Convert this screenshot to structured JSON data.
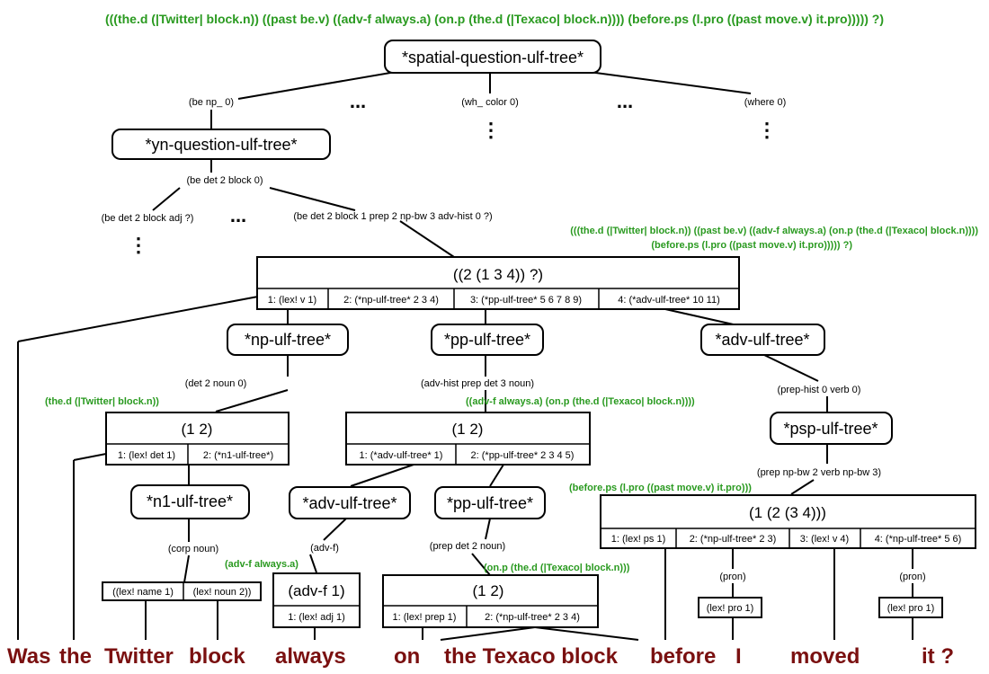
{
  "header": {
    "ulf": "(((the.d (|Twitter| block.n)) ((past be.v) ((adv-f always.a) (on.p (the.d (|Texaco| block.n)))) (before.ps (l.pro ((past move.v) it.pro))))) ?)"
  },
  "nodes": {
    "root": "*spatial-question-ulf-tree*",
    "yn": "*yn-question-ulf-tree*",
    "np": "*np-ulf-tree*",
    "pp": "*pp-ulf-tree*",
    "adv": "*adv-ulf-tree*",
    "psp": "*psp-ulf-tree*",
    "n1": "*n1-ulf-tree*",
    "adv2": "*adv-ulf-tree*",
    "pp2": "*pp-ulf-tree*"
  },
  "patterns": {
    "be_np": "(be np_ 0)",
    "wh_color": "(wh_ color 0)",
    "where": "(where 0)",
    "be_det_block": "(be det 2 block 0)",
    "be_det_block_adj": "(be det 2 block adj ?)",
    "be_det_block_long": "(be det 2 block 1 prep 2 np-bw 3 adv-hist 0 ?)",
    "det_noun": "(det 2 noun 0)",
    "advhist_prep": "(adv-hist prep det 3 noun)",
    "prephist_verb": "(prep-hist 0 verb 0)",
    "corp_noun": "(corp noun)",
    "advf": "(adv-f)",
    "prep_det_noun": "(prep det 2 noun)",
    "prep_npbw": "(prep np-bw 2 verb np-bw 3)",
    "pron1": "(pron)",
    "pron2": "(pron)"
  },
  "ellipsis": {
    "h": "...",
    "v": "⋮"
  },
  "boxes": {
    "main": {
      "title": "((2 (1 3 4)) ?)",
      "cells": [
        "1: (lex! v 1)",
        "2: (*np-ulf-tree* 2 3 4)",
        "3: (*pp-ulf-tree* 5 6 7 8 9)",
        "4: (*adv-ulf-tree* 10 11)"
      ]
    },
    "np12": {
      "title": "(1 2)",
      "cells": [
        "1: (lex! det 1)",
        "2: (*n1-ulf-tree*)"
      ]
    },
    "pp12": {
      "title": "(1 2)",
      "cells": [
        "1: (*adv-ulf-tree* 1)",
        "2: (*pp-ulf-tree* 2 3 4 5)"
      ]
    },
    "psp": {
      "title": "(1 (2 (3 4)))",
      "cells": [
        "1: (lex! ps 1)",
        "2: (*np-ulf-tree* 2 3)",
        "3: (lex! v 4)",
        "4: (*np-ulf-tree* 5 6)"
      ]
    },
    "n1": {
      "cells": [
        "((lex! name 1)",
        "(lex! noun 2))"
      ]
    },
    "advf": {
      "title": "(adv-f 1)",
      "cells": [
        "1: (lex! adj 1)"
      ]
    },
    "pp2": {
      "title": "(1 2)",
      "cells": [
        "1: (lex! prep 1)",
        "2: (*np-ulf-tree* 2 3 4)"
      ]
    },
    "lexpro1": "(lex! pro 1)",
    "lexpro2": "(lex! pro 1)"
  },
  "annotations": {
    "yn_line1": "(((the.d (|Twitter| block.n)) ((past be.v) ((adv-f always.a) (on.p (the.d (|Texaco| block.n))))",
    "yn_line2": "(before.ps (l.pro ((past move.v) it.pro))))) ?)",
    "np": "(the.d (|Twitter| block.n))",
    "pp": "((adv-f always.a) (on.p (the.d (|Texaco| block.n))))",
    "psp": "(before.ps (l.pro ((past move.v) it.pro)))",
    "advf": "(adv-f always.a)",
    "onp": "(on.p (the.d (|Texaco| block.n)))"
  },
  "words": {
    "was": "Was",
    "the_twitter": "the",
    "twitter": "Twitter",
    "block": "block",
    "always": "always",
    "on": "on",
    "the_texaco_block": "the Texaco block",
    "before": "before",
    "i": "I",
    "moved": "moved",
    "it_q": "it ?"
  },
  "colors": {
    "annotation": "#2a9a20",
    "sentence": "#7a1010",
    "ink": "#000000"
  }
}
